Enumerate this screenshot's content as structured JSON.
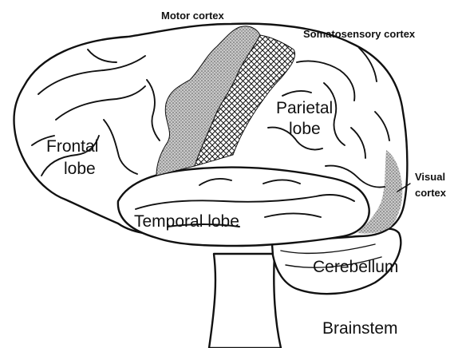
{
  "labels": {
    "motor_cortex": "Motor cortex",
    "somatosensory_cortex": "Somatosensory cortex",
    "parietal_line1": "Parietal",
    "parietal_line2": "lobe",
    "frontal_line1": "Frontal",
    "frontal_line2": "lobe",
    "visual_line1": "Visual",
    "visual_line2": "cortex",
    "temporal_lobe": "Temporal lobe",
    "cerebellum": "Cerebellum",
    "brainstem": "Brainstem"
  },
  "colors": {
    "ink": "#111111",
    "stipple": "#8c8c8c",
    "paper": "#ffffff"
  }
}
